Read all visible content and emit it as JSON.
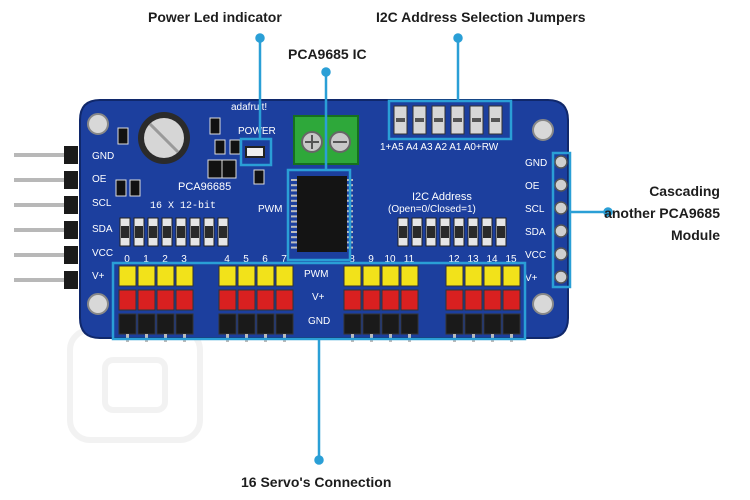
{
  "callouts": {
    "power_led": "Power Led indicator",
    "i2c_jumpers": "I2C Address Selection Jumpers",
    "pca_ic": "PCA9685 IC",
    "cascading_line1": "Cascading",
    "cascading_line2": "another PCA9685",
    "cascading_line3": "Module",
    "servo": "16 Servo's Connection"
  },
  "board": {
    "brand": "adafruit!",
    "power_label": "POWER",
    "chip_label": "PCA96685",
    "channels_label": "16  X  12-bit",
    "pwm_center": "PWM",
    "address_title": "I2C  Address",
    "address_sub": "(Open=0/Closed=1)",
    "jumper_labels": "1+A5  A4  A3  A2  A1  A0+RW",
    "left_pins": [
      "GND",
      "OE",
      "SCL",
      "SDA",
      "VCC",
      "V+"
    ],
    "right_pins": [
      "GND",
      "OE",
      "SCL",
      "SDA",
      "VCC",
      "V+"
    ],
    "row_labels": [
      "PWM",
      "V+",
      "GND"
    ],
    "channel_numbers": [
      "0",
      "1",
      "2",
      "3",
      "4",
      "5",
      "6",
      "7",
      "8",
      "9",
      "10",
      "11",
      "12",
      "13",
      "14",
      "15"
    ]
  },
  "colors": {
    "accent": "#2a9fd6",
    "board": "#1c3f9e",
    "pin_yellow": "#f2e21a",
    "pin_red": "#d92020",
    "pin_black": "#1a1a1a"
  }
}
